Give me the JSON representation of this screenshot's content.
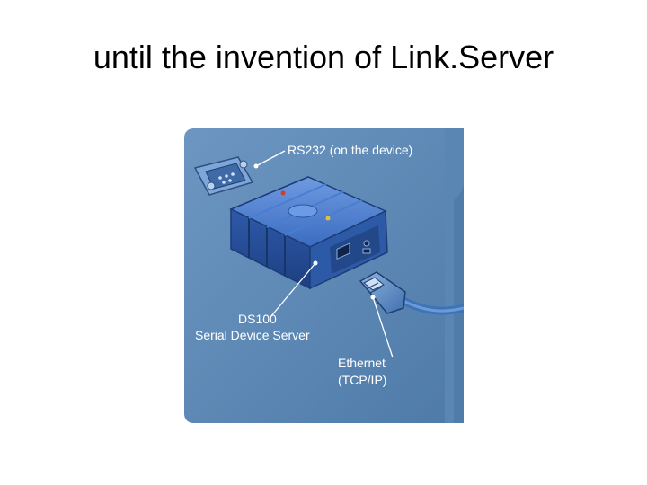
{
  "slide": {
    "title": "until the invention of Link.Server"
  },
  "diagram": {
    "colors": {
      "background": "#5a86b3",
      "device_body": "#2f5fb0",
      "cable": "#3d74b8",
      "label_text": "#ffffff"
    },
    "labels": {
      "rs232": "RS232 (on the device)",
      "ds100_line1": "DS100",
      "ds100_line2": "Serial Device Server",
      "ethernet_line1": "Ethernet",
      "ethernet_line2": "(TCP/IP)"
    },
    "icons": [
      "db9-connector-icon",
      "serial-device-server-icon",
      "rj45-plug-icon"
    ]
  }
}
